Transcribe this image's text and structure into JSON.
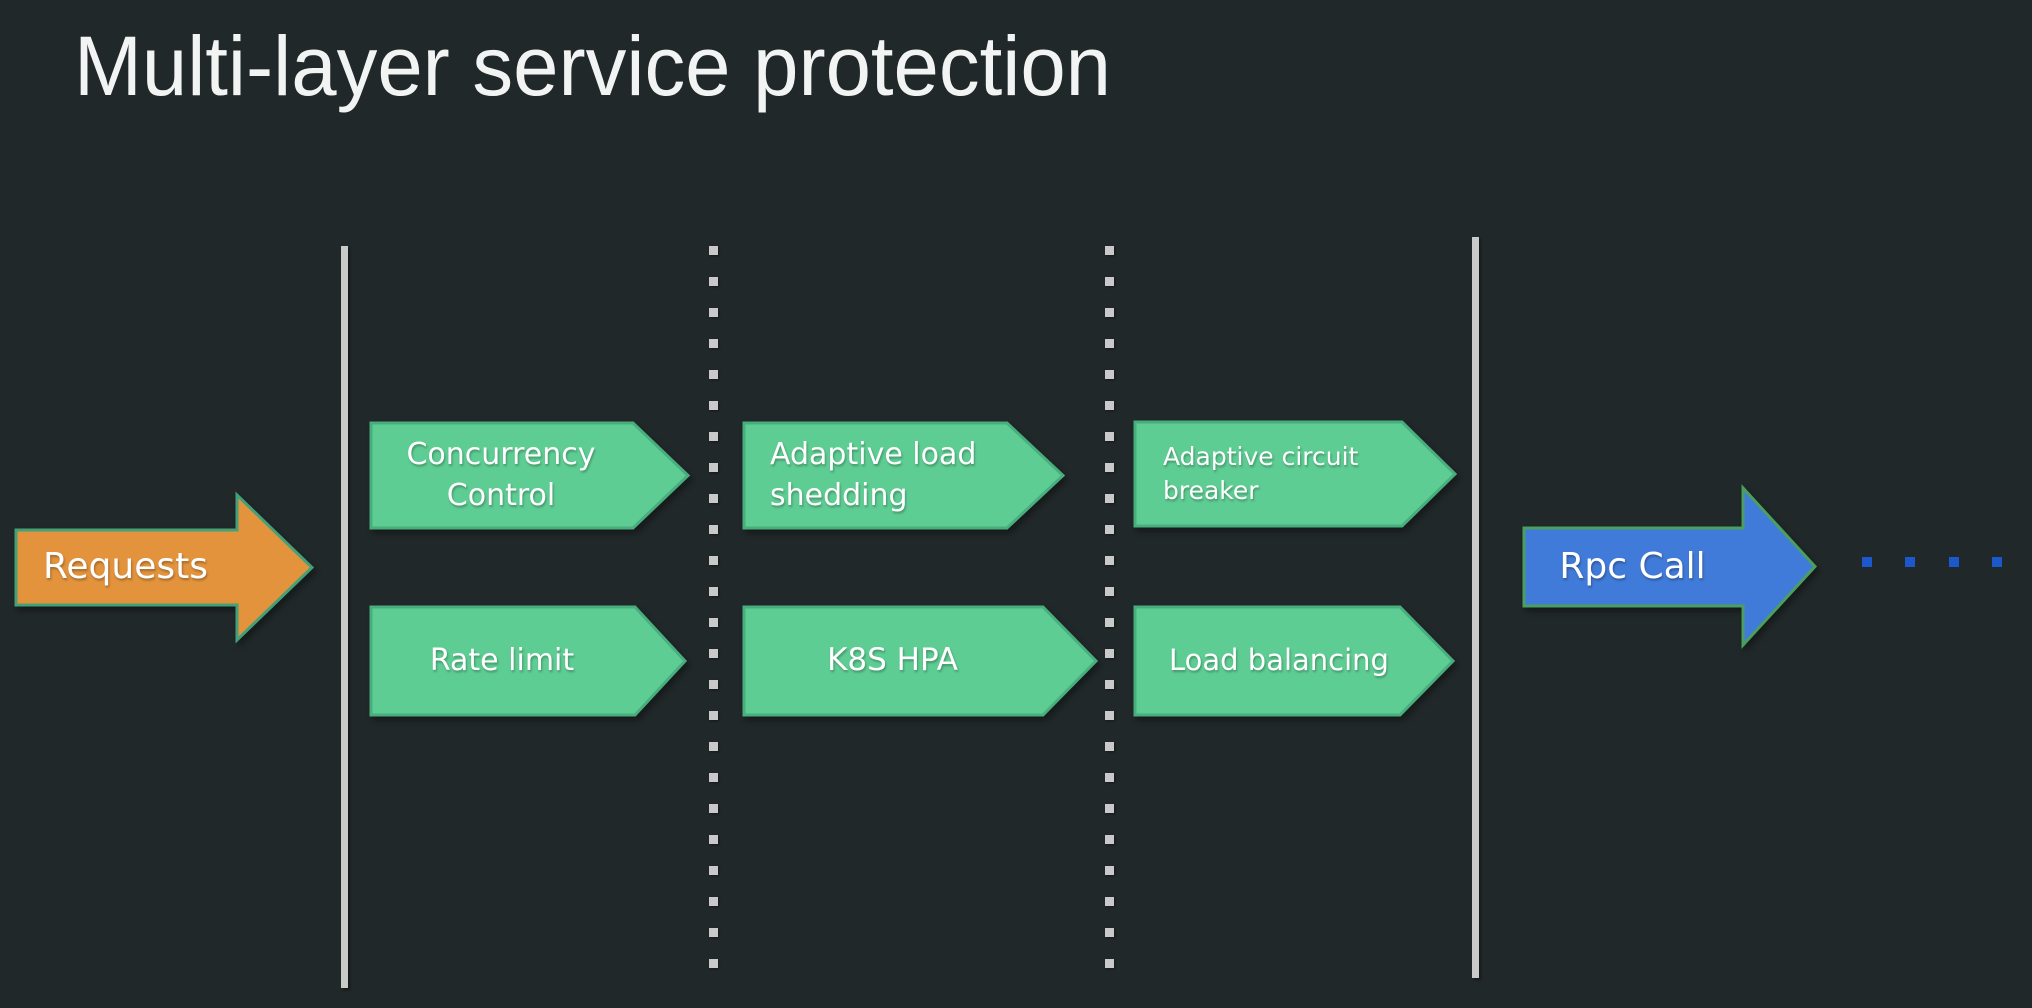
{
  "title": "Multi-layer service protection",
  "flow": {
    "input": {
      "label": "Requests"
    },
    "output": {
      "label": "Rpc Call"
    }
  },
  "stages": [
    {
      "top": "Concurrency Control",
      "bottom": "Rate limit"
    },
    {
      "top": "Adaptive load shedding",
      "bottom": "K8S HPA"
    },
    {
      "top": "Adaptive circuit breaker",
      "bottom": "Load balancing"
    }
  ],
  "colors": {
    "background": "#212829",
    "stage_fill": "#5ecd93",
    "stage_stroke": "#49ae7e",
    "input_fill": "#e2933c",
    "input_stroke": "#43a078",
    "output_fill": "#417bd9",
    "output_stroke": "#4a9e5f",
    "boundary_line": "#c9cbca",
    "trail_dot": "#1a58cc",
    "text": "#ffffff"
  }
}
